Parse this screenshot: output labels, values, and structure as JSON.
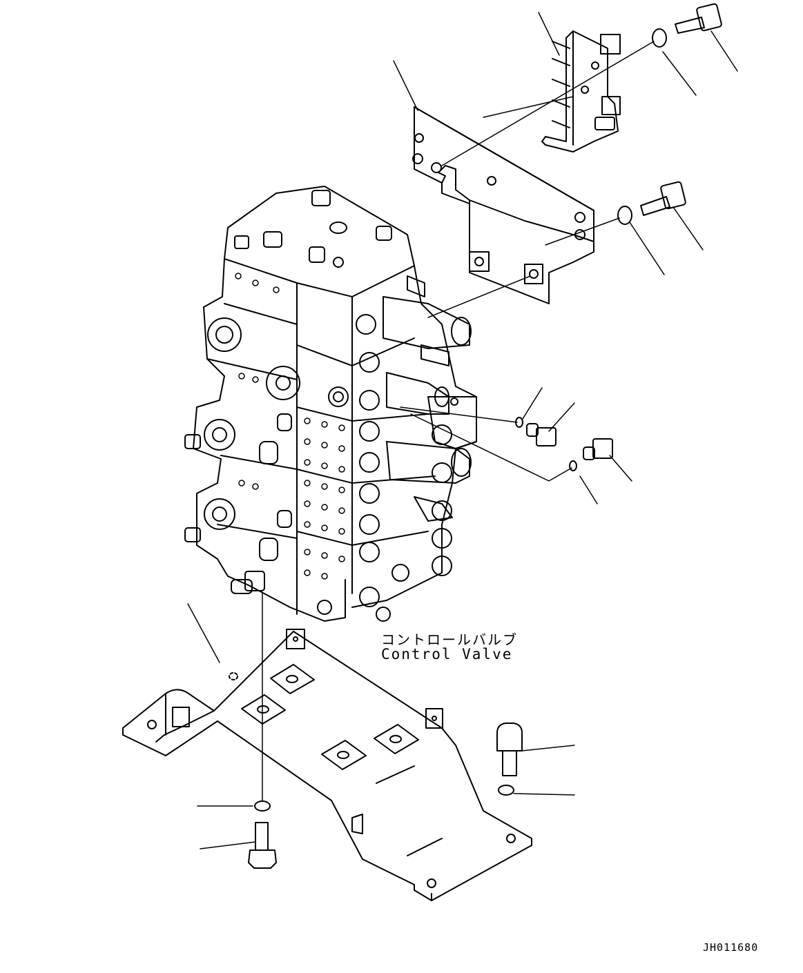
{
  "labels": {
    "component_jp": "コントロールバルブ",
    "component_en": "Control Valve",
    "drawing_code": "JH011680"
  },
  "colors": {
    "line": "#000000",
    "background": "#ffffff"
  }
}
